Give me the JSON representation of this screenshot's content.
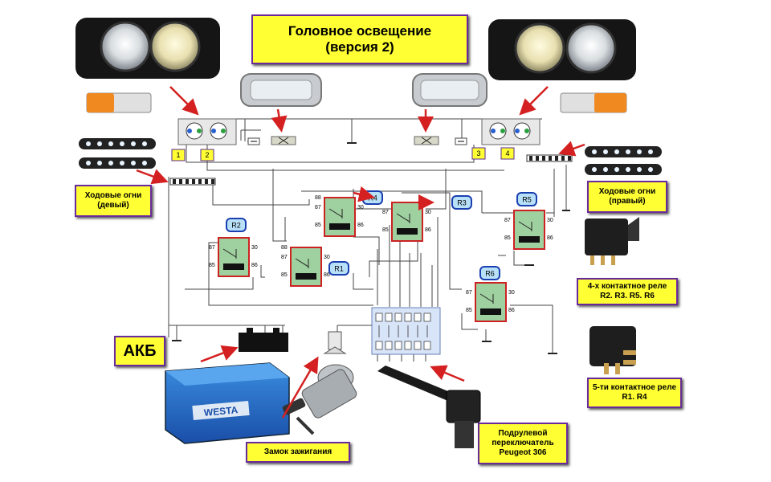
{
  "title": "Головное освещение\n(версия 2)",
  "labels": {
    "akb": "АКБ",
    "running_left": "Ходовые огни\n(девый)",
    "running_right": "Ходовые огни\n(правый)",
    "relay4": "4-х контактное реле\nR2. R3. R5. R6",
    "relay5": "5-ти контактное реле\nR1. R4",
    "ignition": "Замок зажигания",
    "stalk": "Подрулевой\nпереключатель\nPeugeot 306"
  },
  "lamp_numbers": [
    "1",
    "2",
    "3",
    "4"
  ],
  "relay_names": [
    "R1",
    "R2",
    "R3",
    "R4",
    "R5",
    "R6"
  ],
  "pin_labels": [
    "87",
    "30",
    "85",
    "86",
    "88"
  ],
  "battery_brand": "WESTA",
  "colors": {
    "label_bg": "#ffff33",
    "label_border": "#6a2a9c",
    "relay_fill": "#9fd09f",
    "relay_border": "#cc2222",
    "relay_tag_bg": "#b8e0f8",
    "relay_tag_border": "#1a3fb0",
    "arrow": "#d42020",
    "wire": "#444444"
  }
}
